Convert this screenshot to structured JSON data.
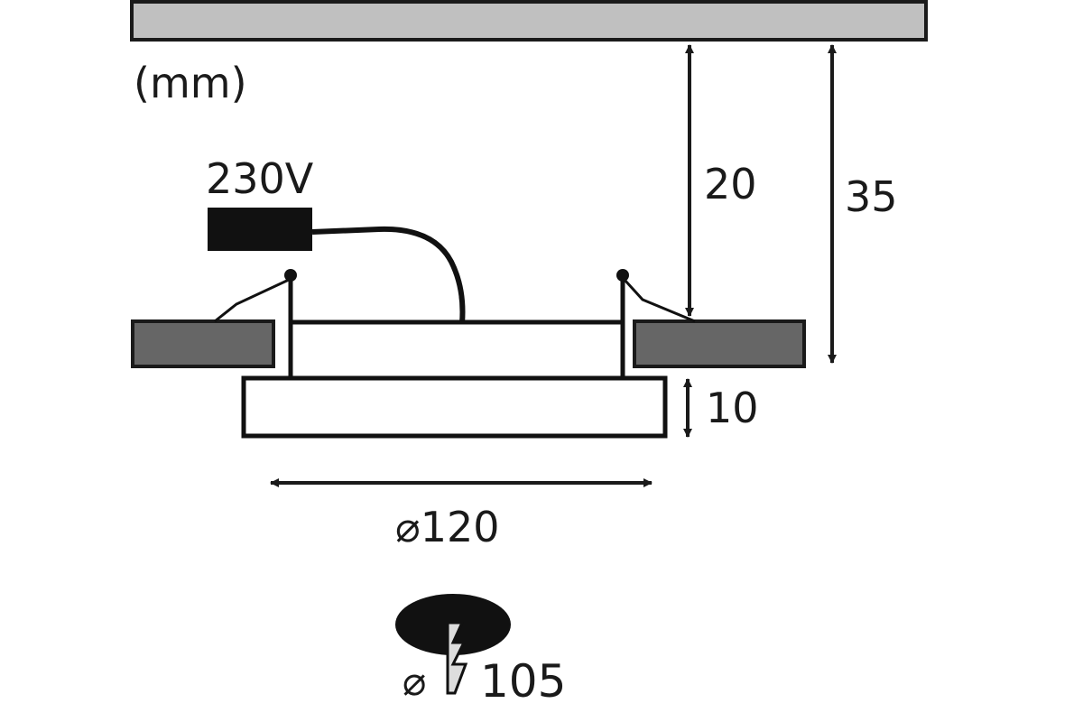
{
  "diagram": {
    "unit_label": "(mm)",
    "voltage_label": "230V",
    "dimensions": {
      "gap_height": "20",
      "total_depth": "35",
      "panel_height": "10",
      "diameter": "⌀120",
      "cutout_symbol": "⌀",
      "cutout_value": "105"
    },
    "icons": [
      "hole-saw-cutout-icon"
    ],
    "colors": {
      "ceiling": "#c0c0c0",
      "ceiling_board": "#666666",
      "stroke": "#1a1a1a"
    }
  }
}
